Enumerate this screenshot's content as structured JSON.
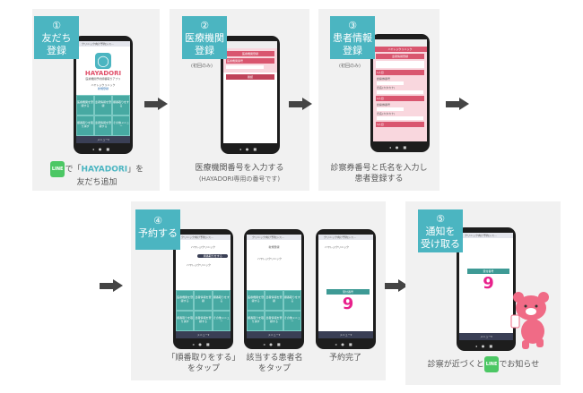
{
  "steps": [
    {
      "num": "①",
      "title_l1": "友だち",
      "title_l2": "登録",
      "caption_pre": "で「",
      "caption_hl": "HAYADORI",
      "caption_post": "」を",
      "caption_l2": "友だち追加"
    },
    {
      "num": "②",
      "title_l1": "医療機関",
      "title_l2": "登録",
      "note": "(初回のみ)",
      "caption_l1": "医療機関番号を入力する",
      "caption_l2": "(HAYADORI専用の番号です)"
    },
    {
      "num": "③",
      "title_l1": "患者情報",
      "title_l2": "登録",
      "note": "(初回のみ)",
      "caption_l1": "診察券番号と氏名を入力し",
      "caption_l2": "患者登録する"
    },
    {
      "num": "④",
      "title_l1": "予約する",
      "captions": [
        [
          "「順番取りをする」",
          "をタップ"
        ],
        [
          "該当する患者名",
          "をタップ"
        ],
        [
          "予約完了",
          ""
        ]
      ]
    },
    {
      "num": "⑤",
      "title_l1": "通知を",
      "title_l2": "受け取る",
      "caption_pre": "診察が近づくと",
      "caption_post": "でお知らせ"
    }
  ],
  "line_icon": "LINE",
  "phone": {
    "app_header": "クリニック向け予約シス...",
    "logo": "HAYADORI",
    "logo_sub": "医療機関予約順番取りアプリ",
    "clinic": "ハヤレジクリニック",
    "register_link": "新規登録",
    "menu": [
      "医療機関を登録する",
      "患者情報を登録",
      "順番取りをする",
      "順番取りを取り消す",
      "患者情報を登録する",
      "その他メニュー"
    ],
    "menubar": "メニュー▾",
    "reg_title": "医療機関登録",
    "reg_field": "医療機関番号",
    "reg_button": "確認",
    "patient_title": "患者情報登録",
    "person1": "1人目",
    "person2": "2人目",
    "person3": "3人目",
    "card_no": "診察券番号",
    "name_label": "氏名(カタカナ)",
    "order_label": "順番取りをする",
    "order_number_label": "受付番号",
    "order_number": "9"
  },
  "colors": {
    "teal": "#4bb5c1",
    "pink": "#d9566f",
    "line": "#4cc764",
    "number": "#e8218c"
  }
}
